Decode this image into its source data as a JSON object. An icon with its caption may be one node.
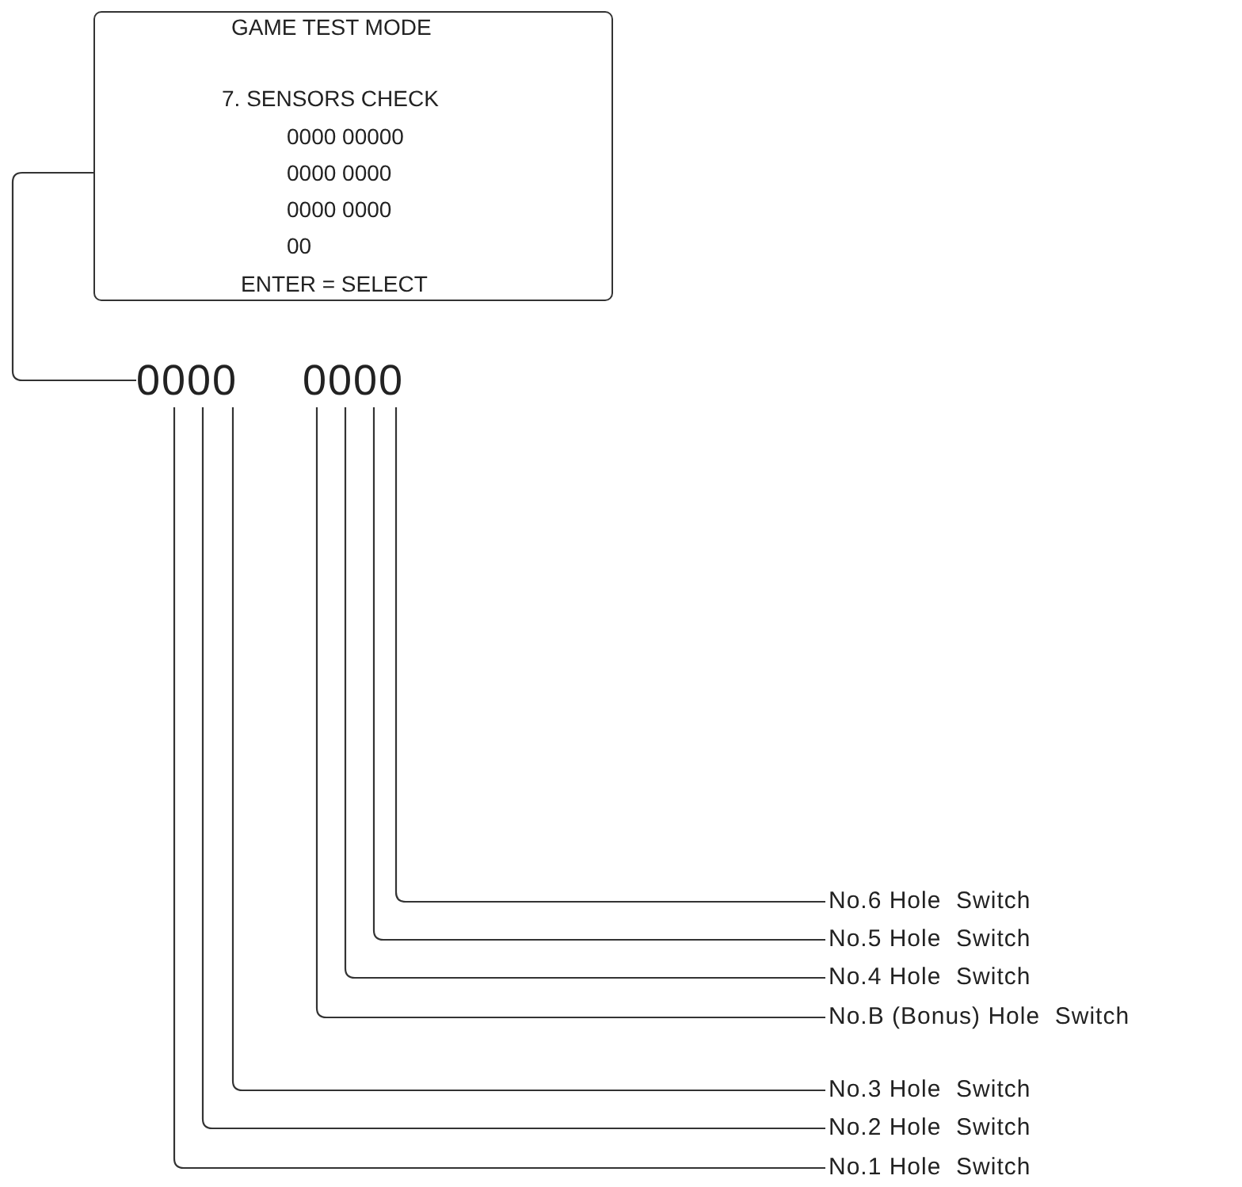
{
  "diagram": {
    "nodes": [
      {
        "text": [],
        "shape": "box"
      },
      {
        "text": [
          "GAME TEST MODE"
        ],
        "in": 0
      },
      {
        "text": [
          "7. SENSORS CHECK"
        ],
        "in": 0
      },
      {
        "text": [
          "0000 00000"
        ],
        "in": 0
      },
      {
        "text": [
          "0000 0000"
        ],
        "in": 0
      },
      {
        "text": [
          "0000 0000"
        ],
        "in": 0
      },
      {
        "text": [
          "00"
        ],
        "in": 0
      },
      {
        "text": [
          "ENTER = SELECT"
        ],
        "in": 0
      },
      {
        "text": [
          "0000"
        ]
      },
      {
        "text": [
          "0000"
        ]
      },
      {
        "text": [
          "No.6 Hole  Switch"
        ]
      },
      {
        "text": [
          "No.5 Hole  Switch"
        ]
      },
      {
        "text": [
          "No.4 Hole  Switch"
        ]
      },
      {
        "text": [
          "No.B (Bonus) Hole  Switch"
        ]
      },
      {
        "text": [
          "No.3 Hole  Switch"
        ]
      },
      {
        "text": [
          "No.2 Hole  Switch"
        ]
      },
      {
        "text": [
          "No.1 Hole  Switch"
        ]
      }
    ],
    "edges": [
      {
        "from": 4,
        "to": 8,
        "arrow": "none"
      },
      {
        "from": 10,
        "to": 9,
        "arrow": "none"
      },
      {
        "from": 11,
        "to": 9,
        "arrow": "none"
      },
      {
        "from": 12,
        "to": 9,
        "arrow": "none"
      },
      {
        "from": 13,
        "to": 9,
        "arrow": "none"
      },
      {
        "from": 14,
        "to": 8,
        "arrow": "none"
      },
      {
        "from": 15,
        "to": 8,
        "arrow": "none"
      },
      {
        "from": 16,
        "to": 8,
        "arrow": "none"
      }
    ]
  }
}
